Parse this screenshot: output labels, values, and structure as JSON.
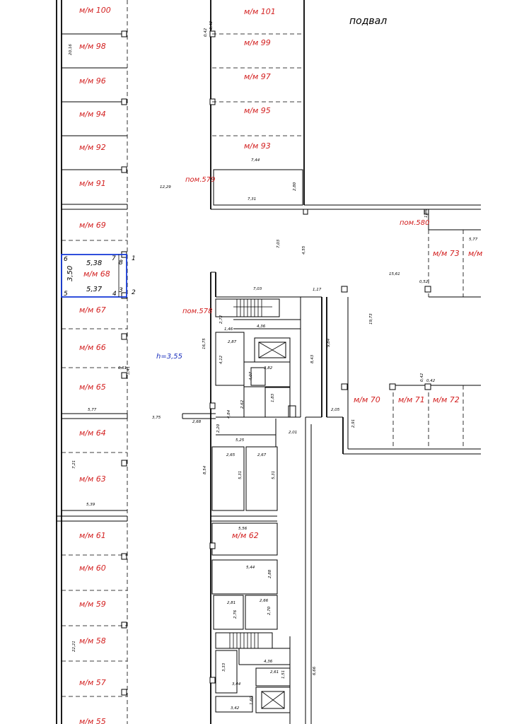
{
  "basement_label": "подвал",
  "height_label": "h=3,55",
  "parking_labels": {
    "p100": "м/м 100",
    "p98": "м/м 98",
    "p96": "м/м 96",
    "p94": "м/м 94",
    "p92": "м/м 92",
    "p91": "м/м 91",
    "p69": "м/м 69",
    "p68": "м/м 68",
    "p67": "м/м 67",
    "p66": "м/м 66",
    "p65": "м/м 65",
    "p64": "м/м 64",
    "p63": "м/м 63",
    "p61": "м/м 61",
    "p60": "м/м 60",
    "p59": "м/м 59",
    "p58": "м/м 58",
    "p57": "м/м 57",
    "p55": "м/м 55",
    "p101": "м/м 101",
    "p99": "м/м 99",
    "p97": "м/м 97",
    "p95": "м/м 95",
    "p93": "м/м 93",
    "p62": "м/м 62",
    "p73": "м/м 73",
    "p73b": "м/м",
    "p70": "м/м 70",
    "p71": "м/м 71",
    "p72": "м/м 72"
  },
  "room_labels": {
    "r579": "пом.579",
    "r580": "пом.580",
    "r578": "пом.578"
  },
  "selected_space": {
    "len_top": "5,38",
    "len_bottom": "5,37",
    "width": "3,50",
    "v1": "1",
    "v2": "2",
    "v3": "3",
    "v4": "4",
    "v5": "5",
    "v6": "6",
    "v7": "7",
    "v8": "8"
  },
  "dimensions": {
    "d2016": "20,16",
    "d042a": "0,42",
    "d042b": "0,42",
    "d744": "7,44",
    "d1229": "12,29",
    "d280": "2,80",
    "d731": "7,31",
    "d186": "1,86",
    "d577": "5,77",
    "d703a": "7,03",
    "d455": "4,55",
    "d1561": "15,61",
    "d052": "0,52",
    "d703b": "7,03",
    "d117": "1,17",
    "d1973": "19,73",
    "d272": "2,72",
    "d146": "1,46",
    "d436a": "4,36",
    "d1675": "16,75",
    "d287": "2,87",
    "d984": "9,84",
    "d412": "4,12",
    "d382": "3,82",
    "d407": "4,07",
    "d843": "8,43",
    "d061": "0,61",
    "d341": "3,41",
    "d042c": "0,42",
    "d042d": "0,42",
    "d262": "2,62",
    "d183": "1,83",
    "d577b": "5,77",
    "d375": "3,75",
    "d268": "2,68",
    "d220": "2,20",
    "d484": "4,84",
    "d205": "2,05",
    "d201": "2,01",
    "d291": "2,91",
    "d525": "5,25",
    "d265": "2,65",
    "d267": "2,67",
    "d721": "7,21",
    "d854": "8,54",
    "d531a": "5,31",
    "d531b": "5,31",
    "d539": "5,39",
    "d556": "5,56",
    "d544": "5,44",
    "d288": "2,88",
    "d281": "2,81",
    "d266": "2,66",
    "d276": "2,76",
    "d270": "2,70",
    "d2221": "22,21",
    "d436b": "4,36",
    "d333": "3,33",
    "d261": "2,61",
    "d151": "1,51",
    "d344": "3,44",
    "d666": "6,66",
    "d160": "1,60",
    "d342": "3,42"
  }
}
